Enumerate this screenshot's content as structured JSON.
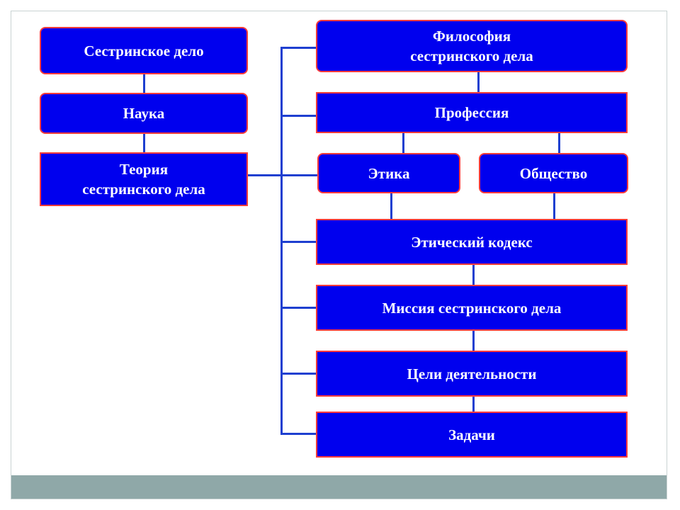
{
  "diagram": {
    "nodes": {
      "nursing": "Сестринское дело",
      "science": "Наука",
      "theory": "Теория\nсестринского дела",
      "philosophy": "Философия\nсестринского дела",
      "profession": "Профессия",
      "ethics": "Этика",
      "society": "Общество",
      "ethical_code": "Этический кодекс",
      "mission": "Миссия сестринского дела",
      "goals": "Цели деятельности",
      "tasks": "Задачи"
    }
  }
}
